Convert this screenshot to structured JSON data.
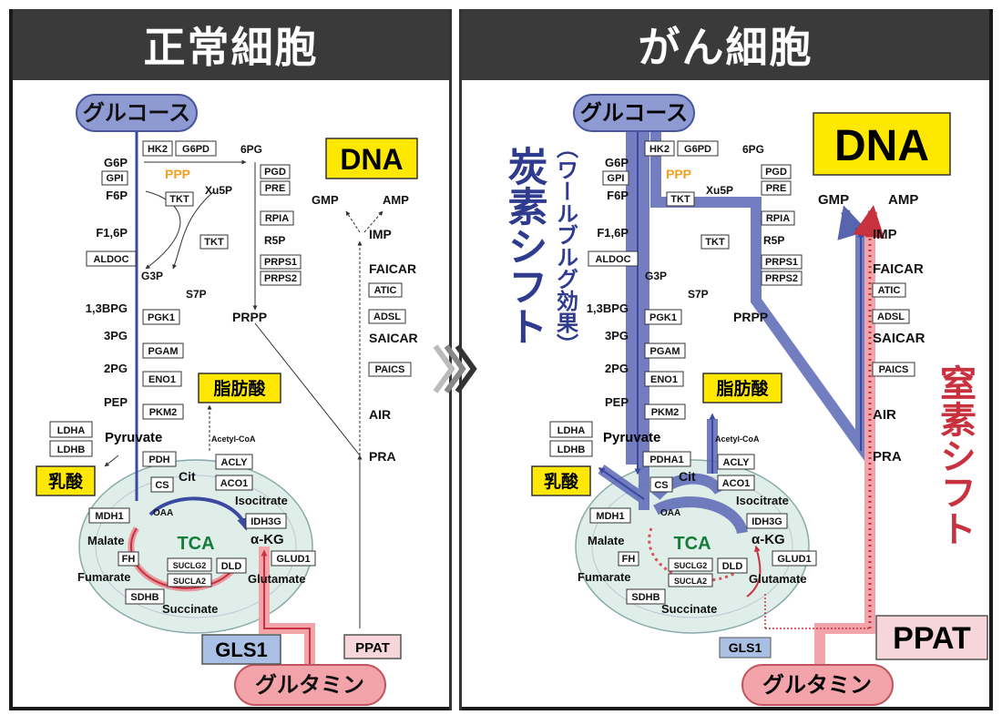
{
  "left_panel": {
    "title": "正常細胞",
    "glucose": "グルコース",
    "glutamine": "グルタミン",
    "dna": "DNA",
    "fatty_acid": "脂肪酸",
    "lactate": "乳酸",
    "gls1": "GLS1",
    "ppat": "PPAT",
    "tca": "TCA"
  },
  "right_panel": {
    "title": "がん細胞",
    "glucose": "グルコース",
    "glutamine": "グルタミン",
    "dna": "DNA",
    "fatty_acid": "脂肪酸",
    "lactate": "乳酸",
    "gls1": "GLS1",
    "ppat": "PPAT",
    "tca": "TCA",
    "carbon_shift": "炭素シフト",
    "carbon_shift_sub": "（ワールブルグ効果）",
    "nitrogen_shift": "窒素シフト"
  },
  "metabolites": {
    "g6p": "G6P",
    "f6p": "F6P",
    "f16p": "F1,6P",
    "g3p": "G3P",
    "bpg": "1,3BPG",
    "pg3": "3PG",
    "pg2": "2PG",
    "pep": "PEP",
    "pyruvate": "Pyruvate",
    "pg6": "6PG",
    "xu5p": "Xu5P",
    "r5p": "R5P",
    "s7p": "S7P",
    "prpp": "PRPP",
    "ppp": "PPP",
    "acetylcoa": "Acetyl-CoA",
    "cit": "Cit",
    "oaa": "OAA",
    "isocitrate": "Isocitrate",
    "akg": "α-KG",
    "malate": "Malate",
    "fumarate": "Fumarate",
    "succinate": "Succinate",
    "glutamate": "Glutamate",
    "gmp": "GMP",
    "amp": "AMP",
    "imp": "IMP",
    "faicar": "FAICAR",
    "saicar": "SAICAR",
    "air": "AIR",
    "pra": "PRA"
  },
  "enzymes": {
    "hk2": "HK2",
    "g6pd": "G6PD",
    "gpi": "GPI",
    "pgd": "PGD",
    "pre": "PRE",
    "tkt": "TKT",
    "rpia": "RPIA",
    "aldoc": "ALDOC",
    "prps1": "PRPS1",
    "prps2": "PRPS2",
    "pgk1": "PGK1",
    "pgam": "PGAM",
    "eno1": "ENO1",
    "pkm2": "PKM2",
    "ldha": "LDHA",
    "ldhb": "LDHB",
    "pdh": "PDH",
    "pdha1": "PDHA1",
    "cs": "CS",
    "acly": "ACLY",
    "aco1": "ACO1",
    "idh3g": "IDH3G",
    "mdh1": "MDH1",
    "fh": "FH",
    "sdhb": "SDHB",
    "suclg2": "SUCLG2",
    "sucla2": "SUCLA2",
    "dld": "DLD",
    "glud1": "GLUD1",
    "atic": "ATIC",
    "adsl": "ADSL",
    "paics": "PAICS"
  },
  "colors": {
    "header_bg": "#3a3a3a",
    "glucose_fill": "#8e9bd3",
    "glutamine_fill": "#f3a3aa",
    "carbon_blue": "#3b4aa0",
    "nitrogen_red": "#c8323e",
    "dna_yellow": "#ffe800",
    "tca_green": "#157a3a",
    "ppp_orange": "#f0a020"
  }
}
